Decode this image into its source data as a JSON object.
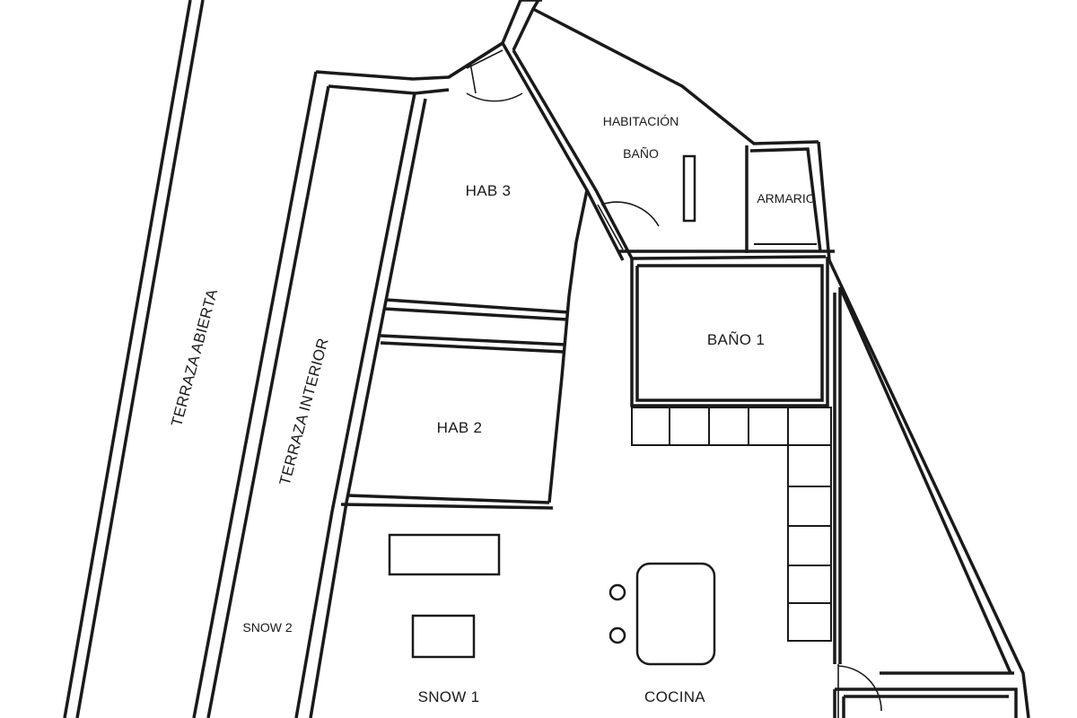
{
  "plan": {
    "rooms": {
      "terraza_abierta": "TERRAZA ABIERTA",
      "terraza_interior": "TERRAZA INTERIOR",
      "habitacion_bano_line1": "HABITACIÓN",
      "habitacion_bano_line2": "BAÑO",
      "armario": "ARMARIO",
      "hab3": "HAB 3",
      "hab2": "HAB 2",
      "bano1": "BAÑO 1",
      "snow2": "SNOW 2",
      "snow1": "SNOW 1",
      "cocina": "COCINA"
    }
  }
}
